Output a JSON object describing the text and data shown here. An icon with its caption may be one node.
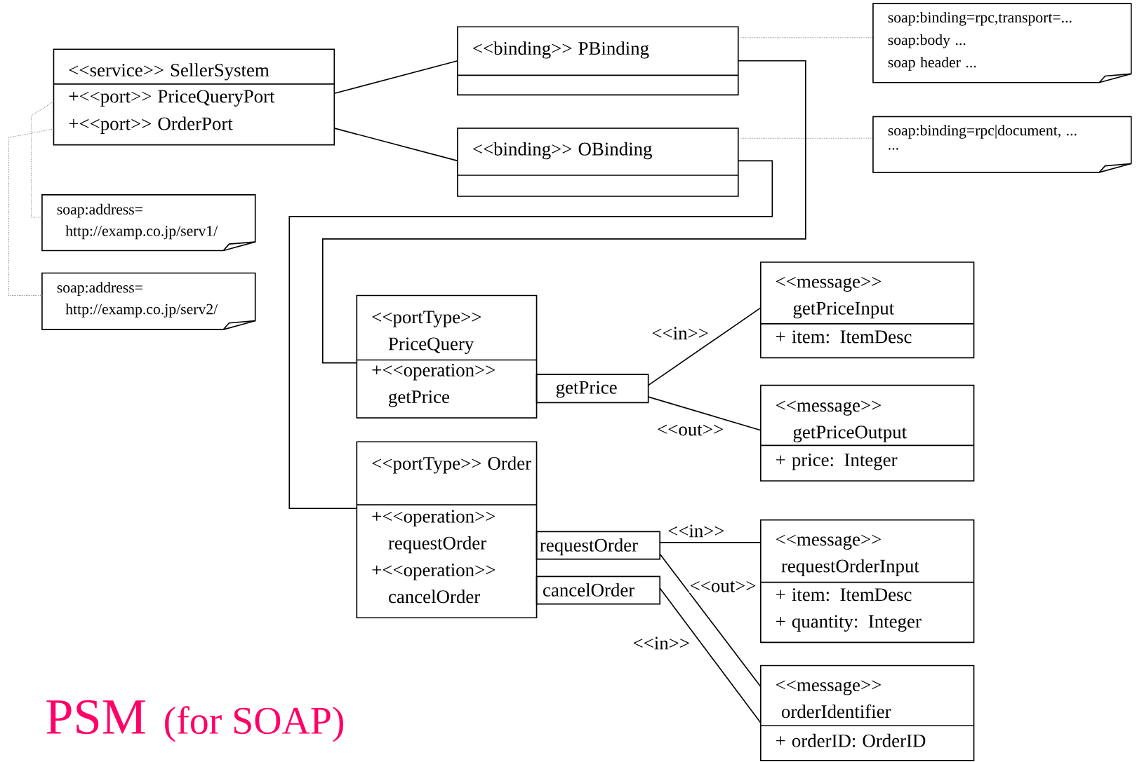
{
  "diagram": {
    "title": "PSM",
    "nodes": [
      {
        "text": [
          "<<service>> SellerSystem",
          "+<<port>> PriceQueryPort",
          "+<<port>> OrderPort"
        ]
      },
      {
        "text": [
          "<<binding>> PBinding"
        ]
      },
      {
        "text": [
          "<<binding>> OBinding"
        ]
      },
      {
        "text": [
          "soap:binding=rpc,transport=...",
          "soap:body ...",
          "soap header ..."
        ]
      },
      {
        "text": [
          "soap:binding=rpc|document, ...",
          "..."
        ]
      },
      {
        "text": [
          "soap:address= http://examp.co.jp/serv1/"
        ]
      },
      {
        "text": [
          "soap:address= http://examp.co.jp/serv2/"
        ]
      },
      {
        "text": [
          "<<portType>> PriceQuery",
          "+<<operation>> getPrice"
        ]
      },
      {
        "text": [
          "getPrice"
        ]
      },
      {
        "text": [
          "<<message>> getPriceInput",
          "+ item: ItemDesc"
        ]
      },
      {
        "text": [
          "<<message>> getPriceOutput",
          "+ price: Integer"
        ]
      },
      {
        "text": [
          "<<portType>> Order",
          "+<<operation>> requestOrder",
          "+<<operation>> cancelOrder"
        ]
      },
      {
        "text": [
          "requestOrder"
        ]
      },
      {
        "text": [
          "cancelOrder"
        ]
      },
      {
        "text": [
          "<<message>> requestOrderInput",
          "+ item: ItemDesc",
          "+ quantity: Integer"
        ]
      },
      {
        "text": [
          "<<message>> orderIdentifier",
          "+ orderID: OrderID"
        ]
      }
    ],
    "edges": [
      {
        "from": 0,
        "to": 1,
        "arrow": "none"
      },
      {
        "from": 0,
        "to": 2,
        "arrow": "none"
      },
      {
        "from": 1,
        "to": 3,
        "arrow": "none",
        "style": "dashed",
        "color": "#808080"
      },
      {
        "from": 2,
        "to": 4,
        "arrow": "none",
        "style": "dashed",
        "color": "#808080"
      },
      {
        "from": 0,
        "to": 5,
        "arrow": "none",
        "style": "dashed",
        "color": "#808080"
      },
      {
        "from": 0,
        "to": 6,
        "arrow": "none",
        "style": "dashed",
        "color": "#808080"
      },
      {
        "from": 1,
        "to": 7,
        "arrow": "none"
      },
      {
        "from": 2,
        "to": 11,
        "arrow": "none"
      },
      {
        "from": 8,
        "to": 9,
        "arrow": "none",
        "label": "<<in>>"
      },
      {
        "from": 8,
        "to": 10,
        "arrow": "none",
        "label": "<<out>>"
      },
      {
        "from": 12,
        "to": 14,
        "arrow": "none",
        "label": "<<in>>"
      },
      {
        "from": 12,
        "to": 15,
        "arrow": "none",
        "label": "<<out>>"
      },
      {
        "from": 13,
        "to": 15,
        "arrow": "none",
        "label": "<<in>>"
      }
    ],
    "labels": [
      "(for SOAP)"
    ]
  }
}
